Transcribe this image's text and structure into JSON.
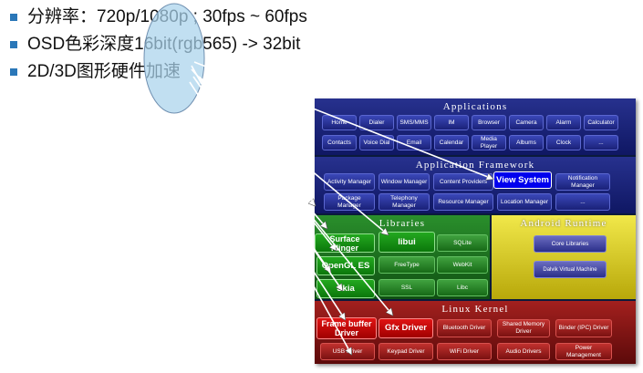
{
  "bullets": [
    "分辨率：720p/1080p ; 30fps ~ 60fps",
    "OSD色彩深度16bit(rgb565) -> 32bit",
    "2D/3D图形硬件加速"
  ],
  "diagram": {
    "applications": {
      "title": "Applications",
      "items": [
        "Home",
        "Dialer",
        "SMS/MMS",
        "IM",
        "Browser",
        "Camera",
        "Alarm",
        "Calculator",
        "Contacts",
        "Voice Dial",
        "Email",
        "Calendar",
        "Media Player",
        "Albums",
        "Clock",
        "..."
      ]
    },
    "framework": {
      "title": "Application Framework",
      "items": [
        "Activity Manager",
        "Window Manager",
        "Content Providers",
        "View System",
        "Notification Manager",
        "Package Manager",
        "Telephony Manager",
        "Resource Manager",
        "Location Manager",
        "..."
      ]
    },
    "libraries": {
      "title": "Libraries",
      "items": [
        "Surface Flinger",
        "libui",
        "SQLite",
        "OpenGL ES",
        "FreeType",
        "WebKit",
        "Skia",
        "SSL",
        "Libc"
      ]
    },
    "runtime": {
      "title": "Android Runtime",
      "items": [
        "Core Libraries",
        "Dalvik Virtual Machine"
      ]
    },
    "kernel": {
      "title": "Linux Kernel",
      "items": [
        "Frame buffer Driver",
        "Gfx Driver",
        "Bluetooth Driver",
        "Shared Memory Driver",
        "Binder (IPC) Driver",
        "USB Driver",
        "Keypad Driver",
        "WiFi Driver",
        "Audio Drivers",
        "Power Management"
      ]
    }
  },
  "colors": {
    "highlight_blue": "#0000ee",
    "highlight_green": "#23a81f",
    "highlight_red": "#e01414",
    "ellipse_fill": "#a9d3ec",
    "bullet_marker": "#2a77b8"
  }
}
